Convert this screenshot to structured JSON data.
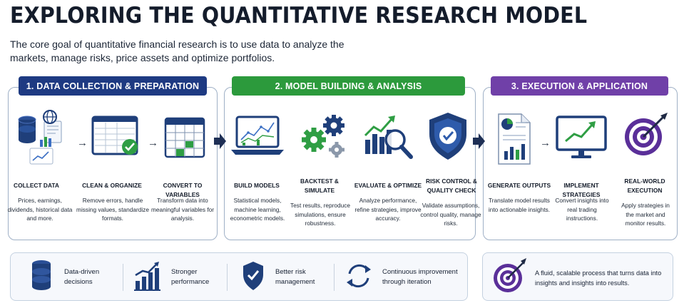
{
  "title": "EXPLORING THE QUANTITATIVE RESEARCH MODEL",
  "subtitle": "The core goal of quantitative financial research is to use data to analyze the markets, manage risks, price assets and optimize portfolios.",
  "colors": {
    "phase1": "#1e3a82",
    "phase2": "#2c9a3c",
    "phase3": "#7040a8",
    "icon_dark": "#1f3f7a",
    "icon_green": "#2f9e44",
    "border": "#9fb0c6"
  },
  "phases": [
    {
      "label": "1. DATA COLLECTION & PREPARATION",
      "steps": [
        {
          "icon": "database-globe-icon",
          "title": "COLLECT DATA",
          "desc": "Prices, earnings, dividends, historical data and more."
        },
        {
          "icon": "spreadsheet-check-icon",
          "title": "CLEAN & ORGANIZE",
          "desc": "Remove errors, handle missing values, standardize formats."
        },
        {
          "icon": "table-grid-icon",
          "title": "CONVERT TO VARIABLES",
          "desc": "Transform data into meaningful variables for analysis."
        }
      ]
    },
    {
      "label": "2. MODEL BUILDING & ANALYSIS",
      "steps": [
        {
          "icon": "laptop-chart-icon",
          "title": "BUILD MODELS",
          "desc": "Statistical models, machine learning, econometric models."
        },
        {
          "icon": "gears-icon",
          "title": "BACKTEST & SIMULATE",
          "desc": "Test results, reproduce simulations, ensure robustness."
        },
        {
          "icon": "chart-magnifier-icon",
          "title": "EVALUATE & OPTIMIZE",
          "desc": "Analyze performance, refine strategies, improve accuracy."
        },
        {
          "icon": "shield-check-icon",
          "title": "RISK CONTROL & QUALITY CHECK",
          "desc": "Validate assumptions, control quality, manage risks."
        }
      ]
    },
    {
      "label": "3. EXECUTION & APPLICATION",
      "steps": [
        {
          "icon": "report-document-icon",
          "title": "GENERATE OUTPUTS",
          "desc": "Translate model results into actionable insights."
        },
        {
          "icon": "monitor-trend-icon",
          "title": "IMPLEMENT STRATEGIES",
          "desc": "Convert insights into real trading instructions."
        },
        {
          "icon": "target-arrow-icon",
          "title": "REAL-WORLD EXECUTION",
          "desc": "Apply strategies in the market and monitor results."
        }
      ]
    }
  ],
  "benefits": [
    {
      "icon": "database-icon",
      "label": "Data-driven decisions"
    },
    {
      "icon": "bar-growth-icon",
      "label": "Stronger performance"
    },
    {
      "icon": "shield-check-icon",
      "label": "Better risk management"
    },
    {
      "icon": "cycle-arrows-icon",
      "label": "Continuous improvement through iteration"
    }
  ],
  "summary": {
    "icon": "target-arrow-icon",
    "text": "A fluid, scalable process that turns data into insights and insights into results."
  }
}
